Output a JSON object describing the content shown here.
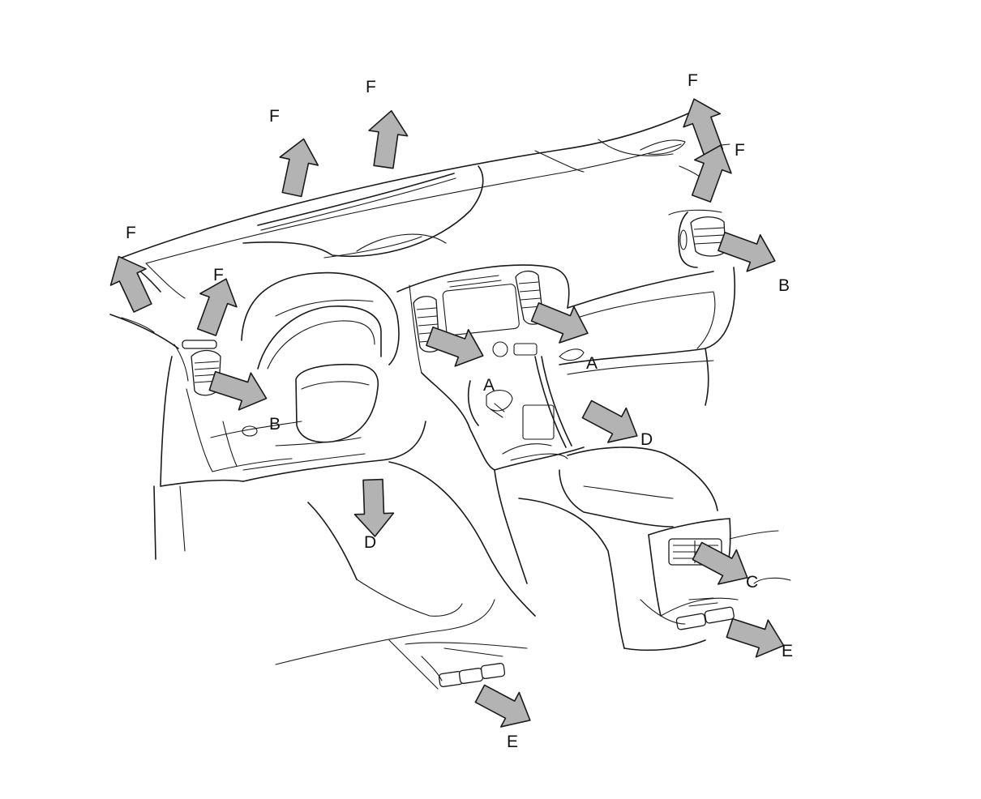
{
  "diagram": {
    "labels": {
      "A": "A",
      "B": "B",
      "C": "C",
      "D": "D",
      "E": "E",
      "F": "F"
    }
  },
  "colors": {
    "arrow_fill": "#b3b3b3",
    "line": "#1a1a1a",
    "background": "#ffffff"
  }
}
